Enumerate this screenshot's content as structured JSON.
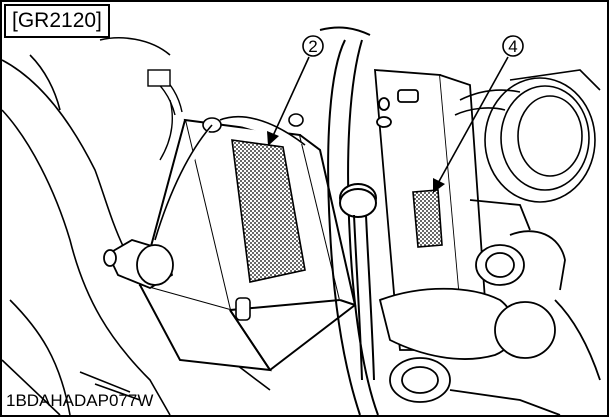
{
  "figure": {
    "reference": "[GR2120]",
    "code": "1BDAHADAP077W",
    "callouts": [
      {
        "number": "2"
      },
      {
        "number": "4"
      }
    ]
  },
  "colors": {
    "line": "#000000",
    "background": "#ffffff",
    "shade": "#d8d8d8"
  }
}
